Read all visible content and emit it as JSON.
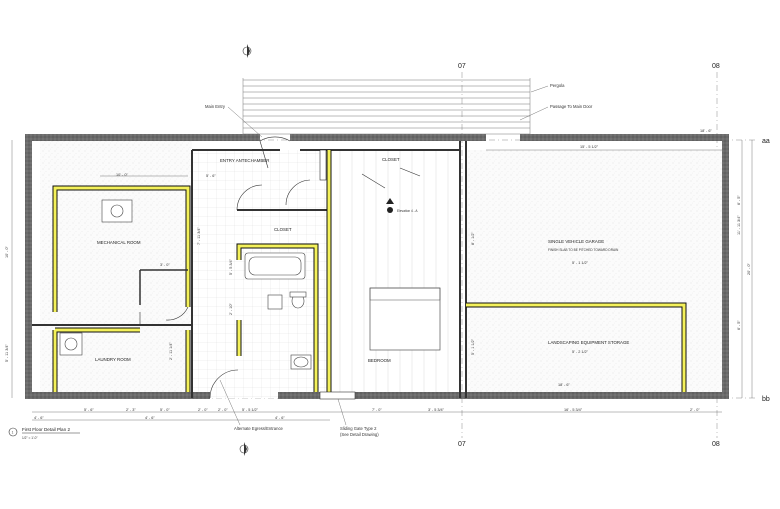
{
  "grid": {
    "c07": "07",
    "c08": "08",
    "r_aa": "aa",
    "r_bb": "bb"
  },
  "rooms": {
    "entry": "ENTRY ANTECHAMBER",
    "closet_top": "CLOSET",
    "closet_mid": "CLOSET",
    "mechanical": "MECHANICAL ROOM",
    "laundry": "LAUNDRY ROOM",
    "bedroom": "BEDROOM",
    "garage": "SINGLE VEHICLE GARAGE",
    "garage_note": "FINISH SLAB TO BE PITCHED TOWARD DRAIN",
    "storage": "LANDSCAPING EQUIPMENT STORAGE"
  },
  "callouts": {
    "pergola": "Pergola",
    "passage": "Passage To Main Door",
    "main_entry": "Main Entry",
    "alt_egress": "Alternate Egress/Entrance",
    "sliding_gate": "Sliding Gate Type 2",
    "see_detail": "(See Detail Drawing)",
    "elevation": "Elevation 4 - A"
  },
  "title": {
    "number": "1",
    "name": "First Floor Detail Plan 2",
    "scale": "1/2\" = 1'-0\""
  },
  "dims": {
    "top_right": "18' - 6\"",
    "garage_top": "15' - 5 1/2\"",
    "mech_w": "10' - 0\"",
    "entry_w": "5' - 6\"",
    "mech_small": "3' - 0\"",
    "b1": "5' - 6\"",
    "b2": "2' - 3\"",
    "b3": "5' - 0\"",
    "b4": "2' - 0\"",
    "b5": "2' - 0\"",
    "b6": "5' - 5 1/2\"",
    "b7": "7' - 0\"",
    "b8": "3' - 5 3/4\"",
    "b9": "16' - 5 3/4\"",
    "b10": "2' - 0\"",
    "bottom_left": "4' - 6\"",
    "bottom_left2": "4' - 6\"",
    "bottom_mid": "4' - 6\"",
    "left_v1": "10' - 0\"",
    "left_v2": "5' - 11 3/4\"",
    "right_v": "20' - 0\"",
    "right_v1": "11' - 11 3/4\"",
    "right_v2": "6' - 5\"",
    "right_v3": "6' - 5\"",
    "garage_h1": "8' - 1/2\"",
    "garage_h2": "5' - 1 1/2\"",
    "storage_w": "18' - 6\"",
    "storage_h": "5' - 2 1/2\"",
    "v_a": "7' - 11 3/4\"",
    "v_b": "5' - 5 3/4\"",
    "v_c": "2' - 10\"",
    "v_d": "2' - 11 1/4\"",
    "garage_slope": "5' - 1 1/2\""
  }
}
